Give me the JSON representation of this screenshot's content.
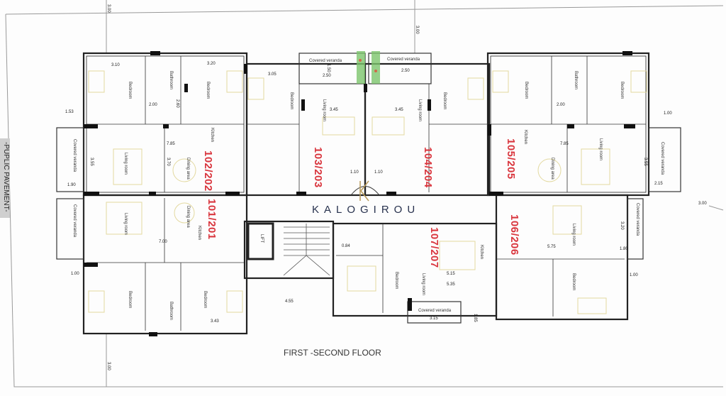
{
  "title": "FIRST -SECOND FLOOR",
  "brand": "KALOGIROU",
  "side_label": "-PUPLIC PAVEMENT-",
  "colors": {
    "unit_label": "#d9363e",
    "brand": "#27314d",
    "furniture": "#e3d9a0",
    "walls": "#222222"
  },
  "units": [
    "102/202",
    "103/203",
    "104/204",
    "105/205",
    "101/201",
    "107/207",
    "106/206"
  ],
  "rooms": {
    "bedroom": "Bedroom",
    "bathroom": "Bathroom",
    "living": "Living room",
    "dining": "Dining area",
    "kitchen": "Kitchen",
    "veranda": "Covered veranda",
    "lift": "LIFT"
  },
  "dimensions": [
    "3.00",
    "1.53",
    "3.10",
    "3.20",
    "3.05",
    "2.50",
    "1.50",
    "7.85",
    "3.70",
    "3.55",
    "1.90",
    "3.45",
    "1.10",
    "2.00",
    "2.60",
    "1.00",
    "2.15",
    "7.00",
    "3.43",
    "4.55",
    "5.15",
    "5.35",
    "3.15",
    "1.85",
    "5.75",
    "3.20",
    "1.80",
    "0.84"
  ]
}
